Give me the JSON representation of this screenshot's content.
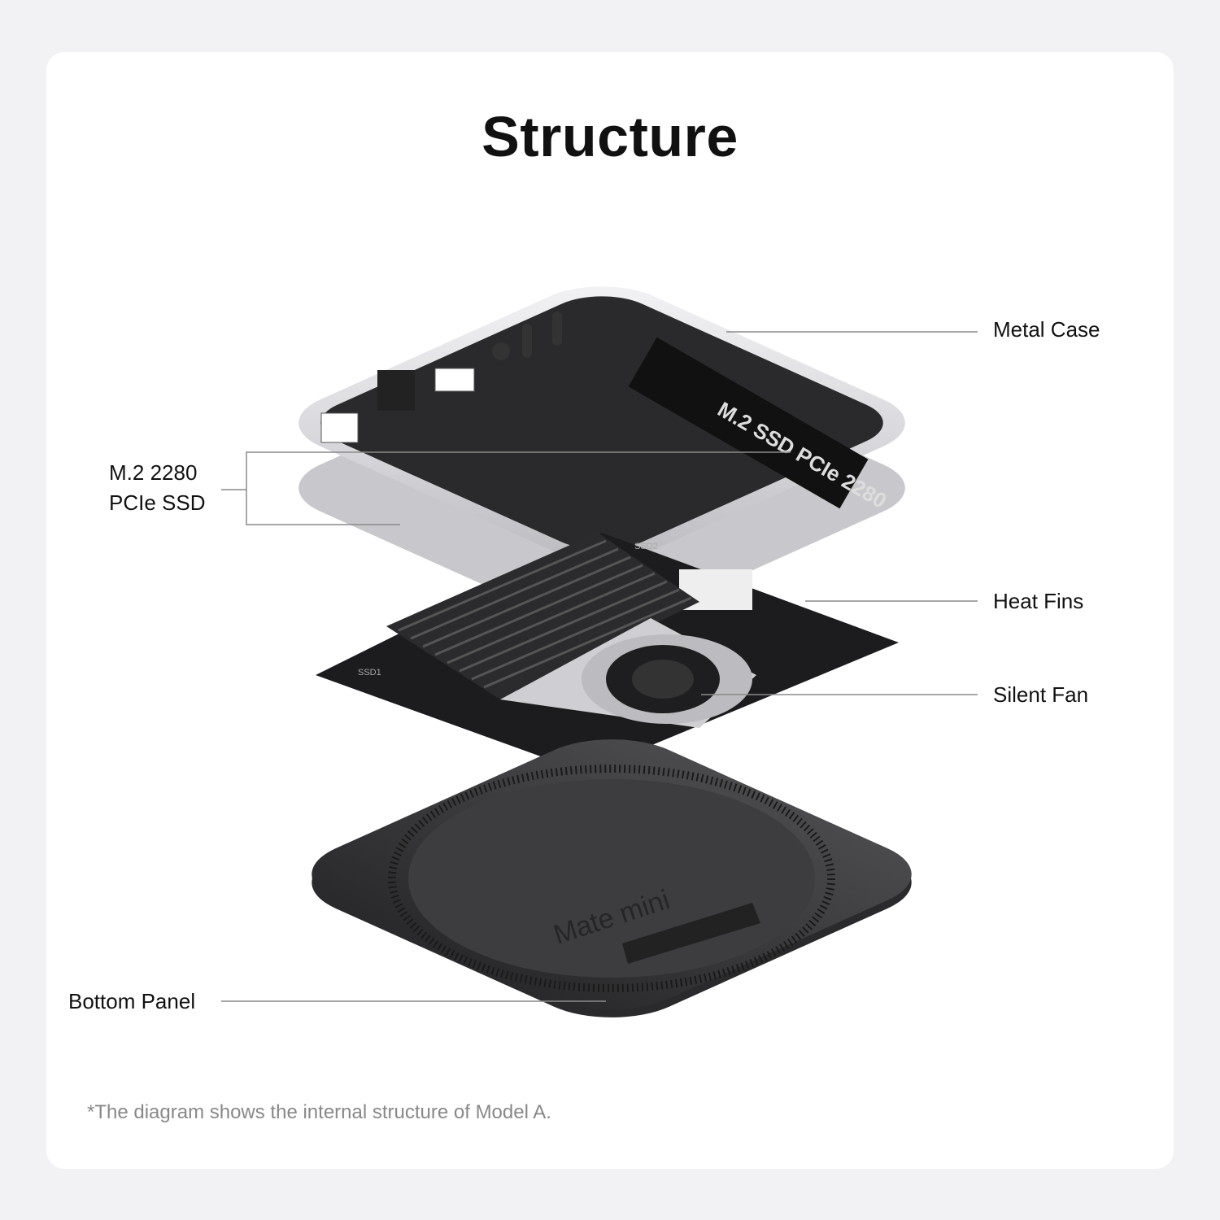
{
  "title": "Structure",
  "labels": {
    "metal_case": "Metal Case",
    "ssd_line1": "M.2 2280",
    "ssd_line2": "PCIe SSD",
    "heat_fins": "Heat Fins",
    "silent_fan": "Silent Fan",
    "bottom_panel": "Bottom Panel"
  },
  "footnote": "*The diagram shows the internal structure of Model A.",
  "product": {
    "logo_text": "Mate mini",
    "ssd_text": "M.2 SSD PCIe 2280",
    "board_labels": [
      "SSD1",
      "SSD2"
    ]
  },
  "colors": {
    "case": "#d9d9dc",
    "panel": "#3a3a3c",
    "board": "#1c1c1e"
  }
}
